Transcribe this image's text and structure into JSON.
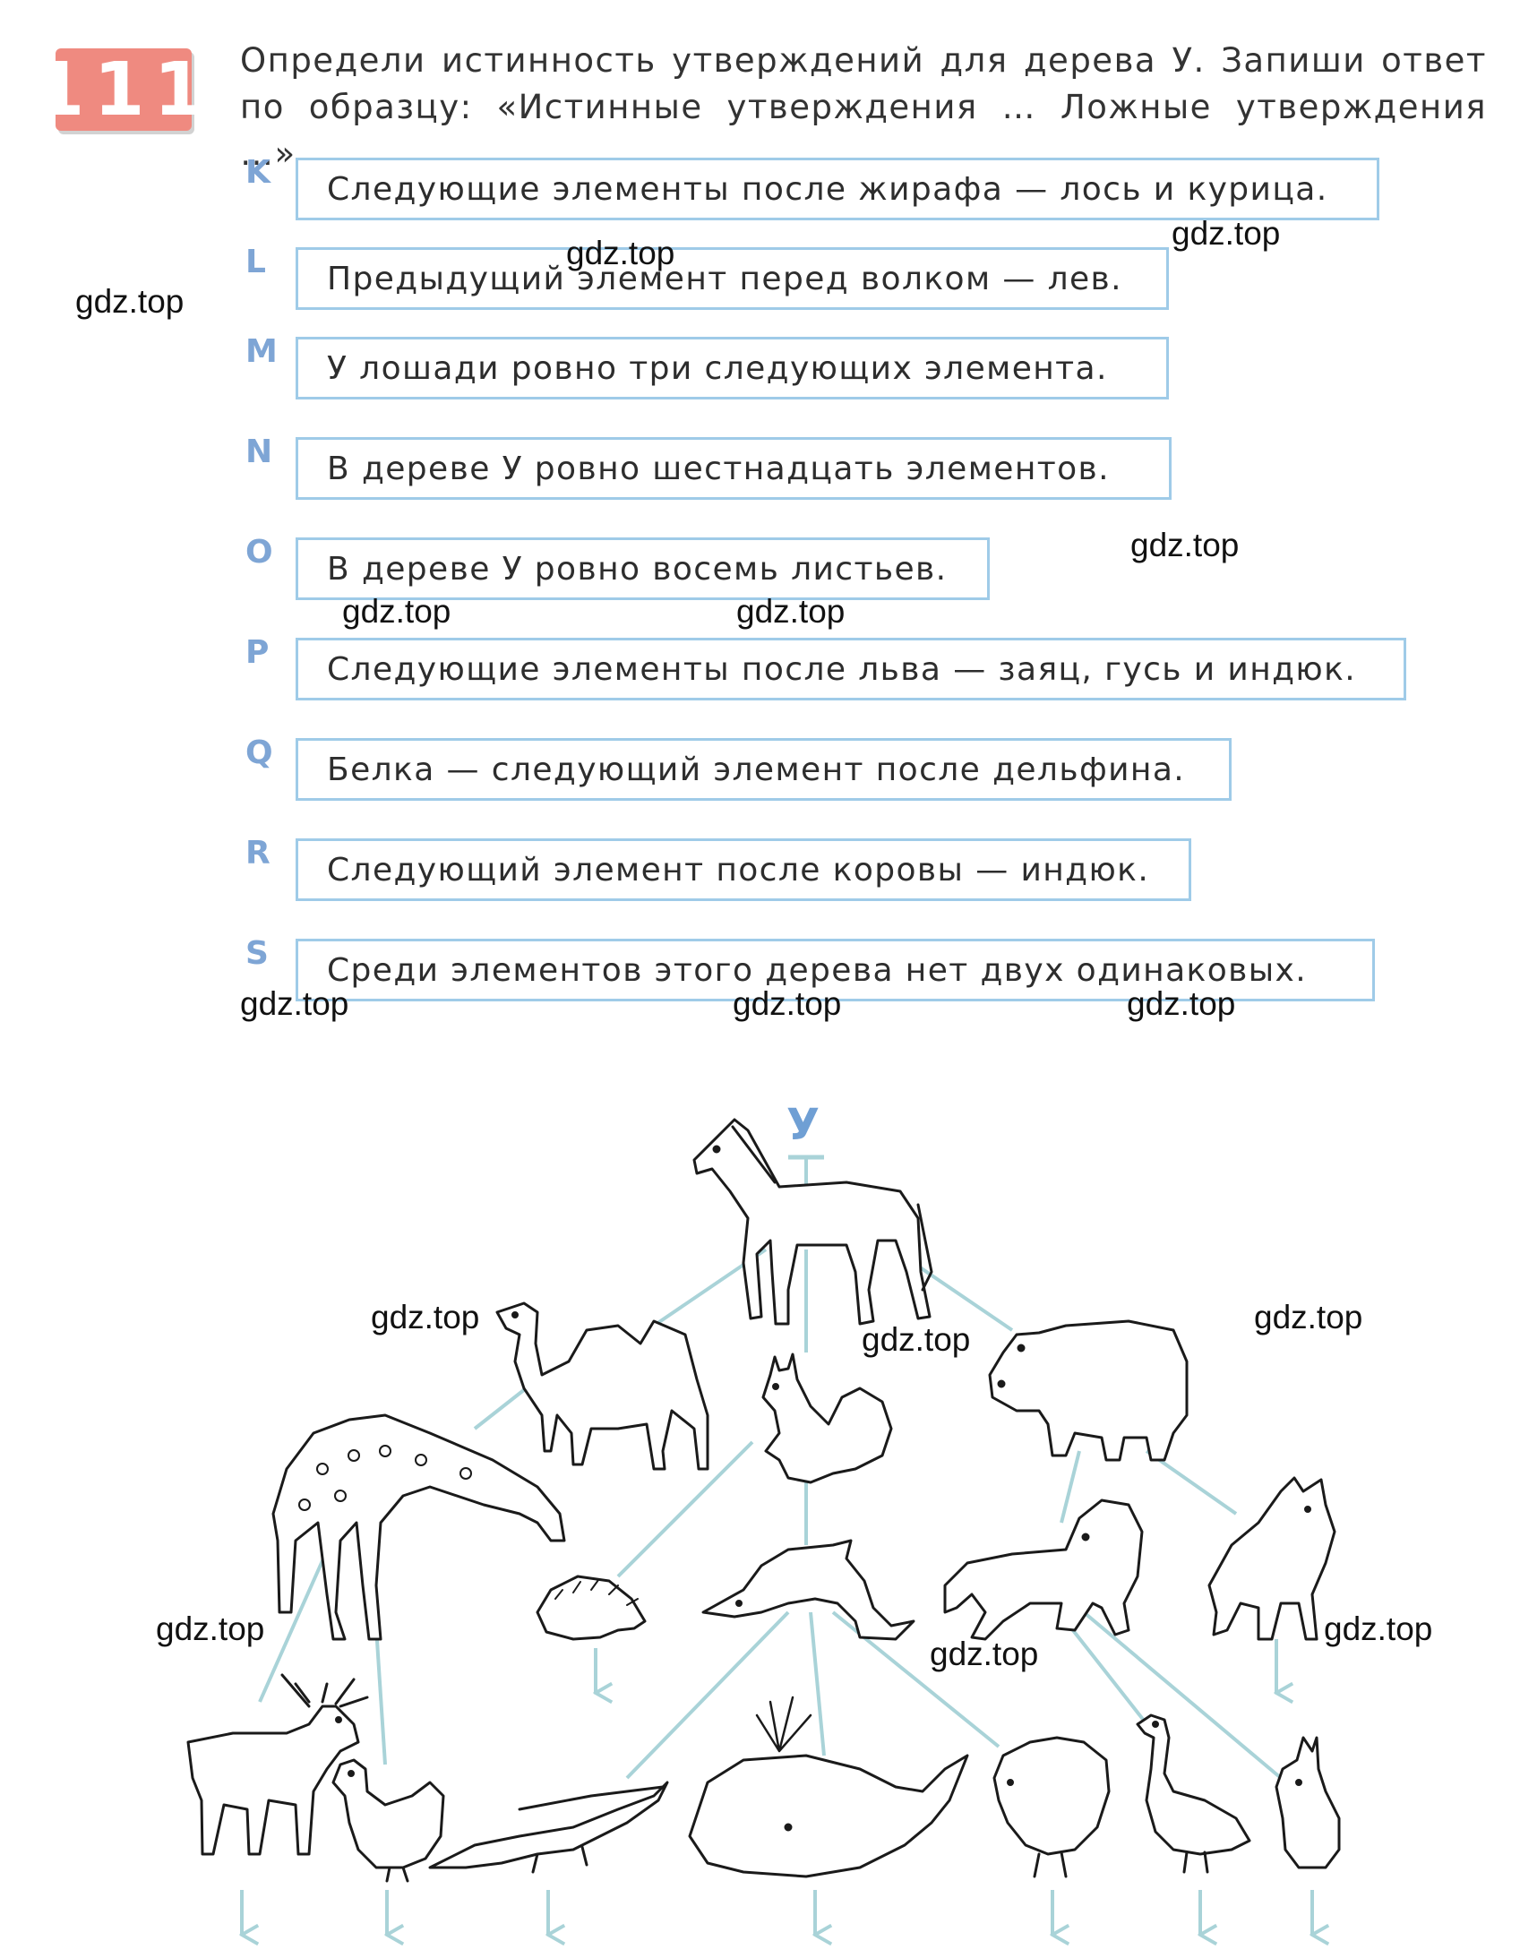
{
  "task": {
    "number": "111",
    "line1": "Определи истинность утверждений для дерева У. Запиши ответ",
    "line2": "по образцу: «Истинные утверждения … Ложные утверждения …»."
  },
  "statements": [
    {
      "letter": "K",
      "text": "Следующие элементы после жирафа — лось и курица."
    },
    {
      "letter": "L",
      "text": "Предыдущий элемент перед волком — лев."
    },
    {
      "letter": "M",
      "text": "У лошади ровно три следующих элемента."
    },
    {
      "letter": "N",
      "text": "В дереве У ровно шестнадцать элементов."
    },
    {
      "letter": "O",
      "text": "В дереве У ровно восемь листьев."
    },
    {
      "letter": "P",
      "text": "Следующие элементы после льва — заяц, гусь и индюк."
    },
    {
      "letter": "Q",
      "text": "Белка — следующий элемент после дельфина."
    },
    {
      "letter": "R",
      "text": "Следующий элемент после коровы — индюк."
    },
    {
      "letter": "S",
      "text": "Среди элементов этого дерева нет двух одинаковых."
    }
  ],
  "tree": {
    "title": "У",
    "nodes": [
      {
        "id": "horse",
        "icon": "horse-icon"
      },
      {
        "id": "camel",
        "icon": "camel-icon"
      },
      {
        "id": "squirrel",
        "icon": "squirrel-icon"
      },
      {
        "id": "hippo",
        "icon": "hippo-icon"
      },
      {
        "id": "giraffe",
        "icon": "giraffe-icon"
      },
      {
        "id": "hedgehog",
        "icon": "hedgehog-icon"
      },
      {
        "id": "dolphin",
        "icon": "dolphin-icon"
      },
      {
        "id": "lion",
        "icon": "lion-icon"
      },
      {
        "id": "wolf",
        "icon": "wolf-icon"
      },
      {
        "id": "moose",
        "icon": "moose-icon"
      },
      {
        "id": "hen",
        "icon": "hen-icon"
      },
      {
        "id": "crocodile",
        "icon": "crocodile-icon"
      },
      {
        "id": "whale",
        "icon": "whale-icon"
      },
      {
        "id": "turkey",
        "icon": "turkey-icon"
      },
      {
        "id": "goose",
        "icon": "goose-icon"
      },
      {
        "id": "hare",
        "icon": "hare-icon"
      }
    ]
  },
  "watermark": "gdz.top",
  "colors": {
    "badge": "#ef8a80",
    "letters": "#7ea5d5",
    "box_border": "#9fcbe8",
    "tree_edges": "#a9d3d8",
    "title": "#6f9fd4"
  }
}
